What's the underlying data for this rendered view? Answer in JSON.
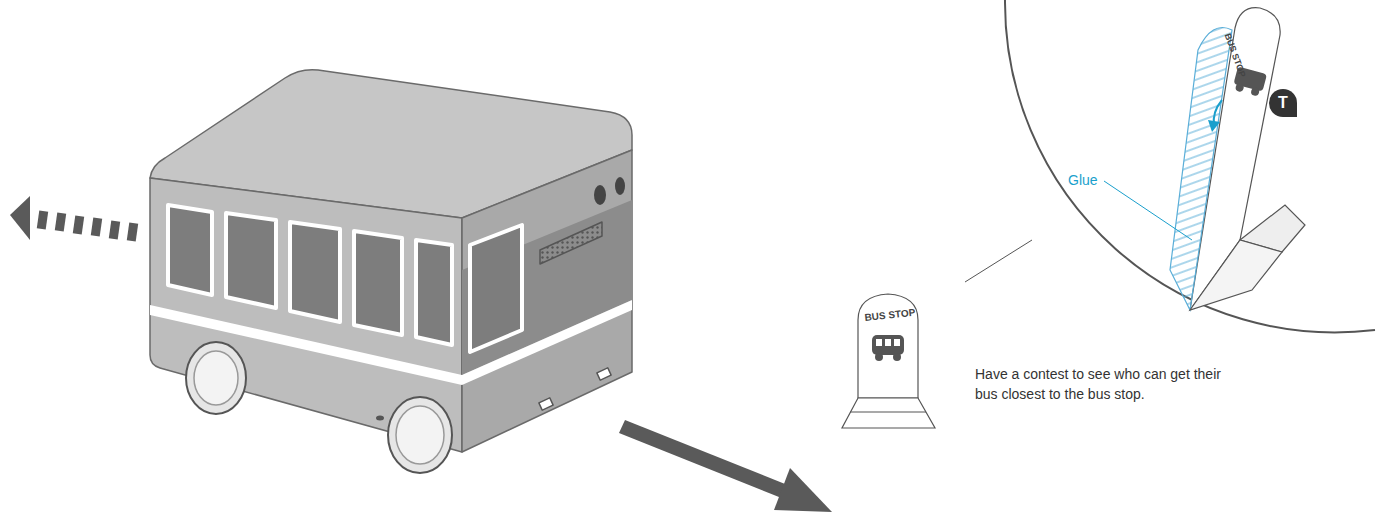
{
  "diagram": {
    "nodes": [
      {
        "text": [
          "T"
        ]
      }
    ],
    "labels": [
      "BUS STOP",
      "BUS STOP",
      "Glue",
      "Have a contest to see who can get their bus closest to the bus stop."
    ]
  }
}
